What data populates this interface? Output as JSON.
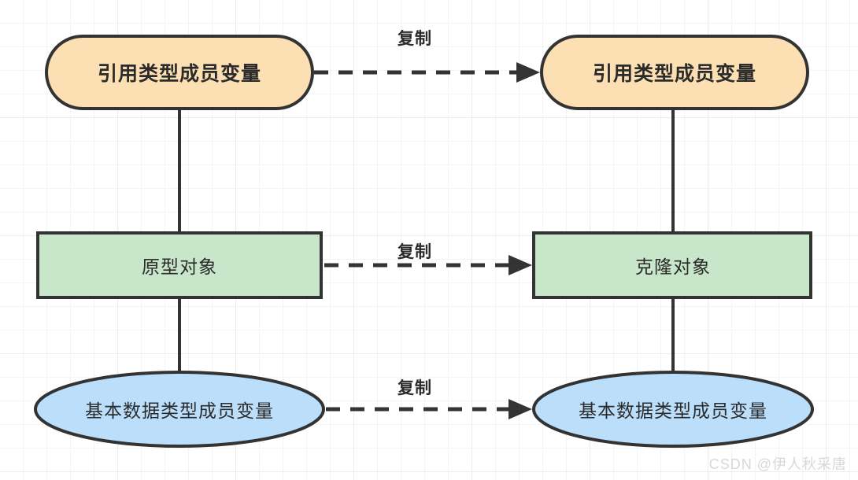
{
  "diagram": {
    "title": "",
    "background": {
      "grid": true,
      "grid_minor_color": "#f4f4f4",
      "grid_major_color": "#ececec",
      "page_color": "#ffffff"
    },
    "colors": {
      "orange_fill": "#FCE0B3",
      "green_fill": "#C8E6C9",
      "blue_fill": "#BBDEFB",
      "stroke": "#333333",
      "text": "#2b2b2b",
      "watermark": "#d8d8d8"
    },
    "nodes": [
      {
        "id": "ref-member-source",
        "label": "引用类型成员变量",
        "shape": "stadium",
        "fill": "#FCE0B3",
        "side": "left",
        "row": "top"
      },
      {
        "id": "ref-member-target",
        "label": "引用类型成员变量",
        "shape": "stadium",
        "fill": "#FCE0B3",
        "side": "right",
        "row": "top"
      },
      {
        "id": "prototype-object",
        "label": "原型对象",
        "shape": "rectangle",
        "fill": "#C8E6C9",
        "side": "left",
        "row": "middle"
      },
      {
        "id": "clone-object",
        "label": "克隆对象",
        "shape": "rectangle",
        "fill": "#C8E6C9",
        "side": "right",
        "row": "middle"
      },
      {
        "id": "primitive-member-source",
        "label": "基本数据类型成员变量",
        "shape": "ellipse",
        "fill": "#BBDEFB",
        "side": "left",
        "row": "bottom"
      },
      {
        "id": "primitive-member-target",
        "label": "基本数据类型成员变量",
        "shape": "ellipse",
        "fill": "#BBDEFB",
        "side": "right",
        "row": "bottom"
      }
    ],
    "edges": [
      {
        "id": "edge-top",
        "label": "复制",
        "from": "ref-member-source",
        "to": "ref-member-target",
        "style": "dashed",
        "arrow": "single"
      },
      {
        "id": "edge-middle",
        "label": "复制",
        "from": "prototype-object",
        "to": "clone-object",
        "style": "dashed",
        "arrow": "single"
      },
      {
        "id": "edge-bottom",
        "label": "复制",
        "from": "primitive-member-source",
        "to": "primitive-member-target",
        "style": "dashed",
        "arrow": "single"
      },
      {
        "id": "link-left-top",
        "label": "",
        "from": "ref-member-source",
        "to": "prototype-object",
        "style": "solid",
        "arrow": "none"
      },
      {
        "id": "link-left-bottom",
        "label": "",
        "from": "prototype-object",
        "to": "primitive-member-source",
        "style": "solid",
        "arrow": "none"
      },
      {
        "id": "link-right-top",
        "label": "",
        "from": "ref-member-target",
        "to": "clone-object",
        "style": "solid",
        "arrow": "none"
      },
      {
        "id": "link-right-bottom",
        "label": "",
        "from": "clone-object",
        "to": "primitive-member-target",
        "style": "solid",
        "arrow": "none"
      }
    ],
    "watermark": "CSDN @伊人秋采唐"
  }
}
